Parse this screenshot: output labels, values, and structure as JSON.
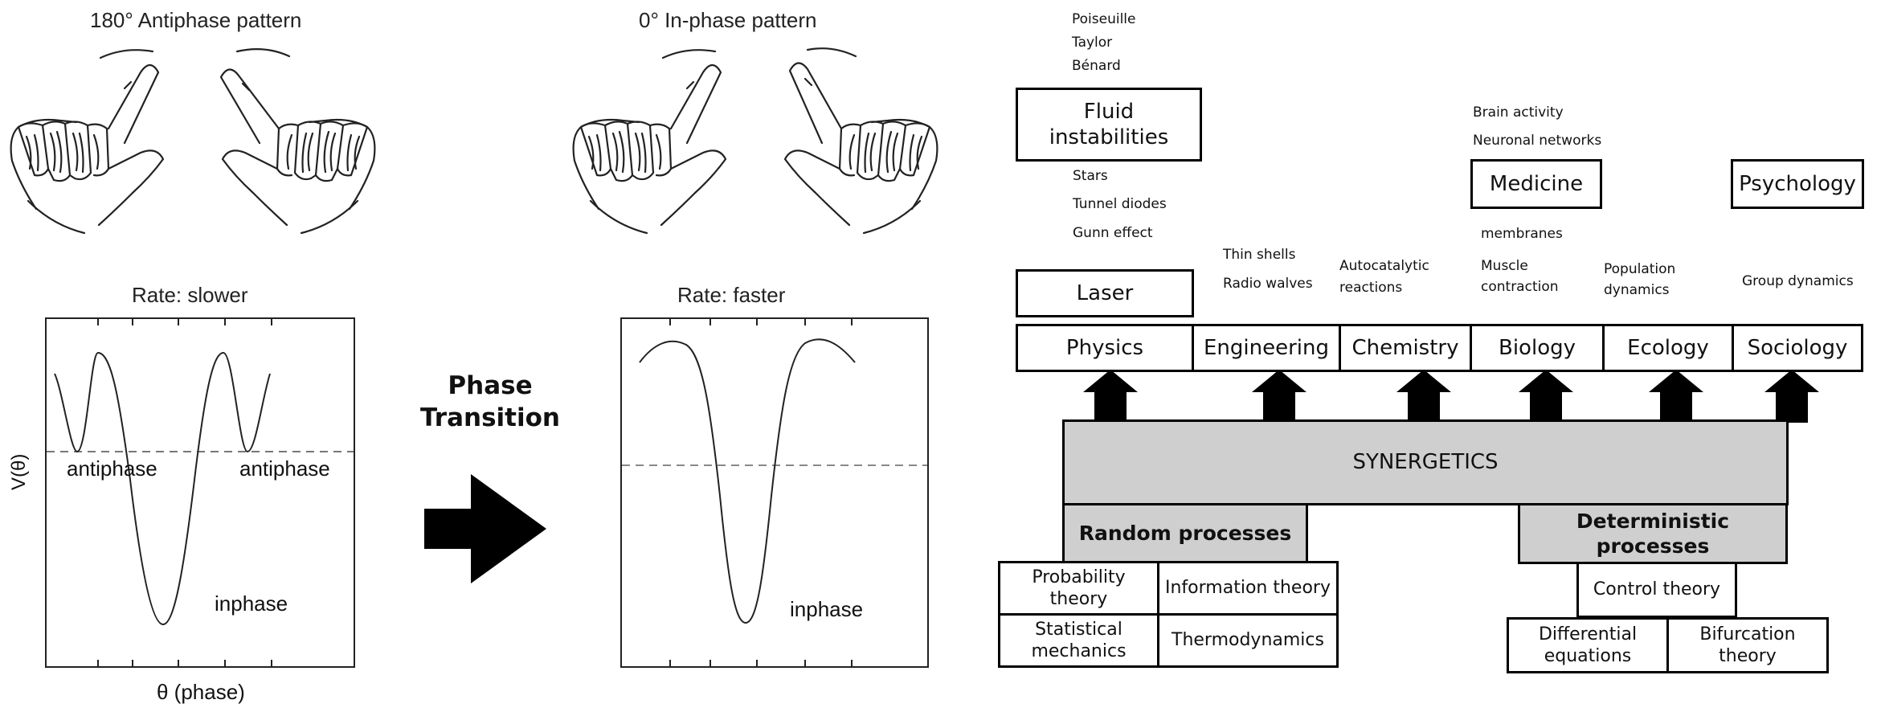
{
  "left": {
    "antiphase_title": "180° Antiphase pattern",
    "inphase_title": "0° In-phase pattern",
    "rate_slower": "Rate: slower",
    "rate_faster": "Rate: faster",
    "ylabel": "V(θ)",
    "xlabel": "θ (phase)",
    "label_antiphase_left": "antiphase",
    "label_antiphase_right": "antiphase",
    "label_inphase_1": "inphase",
    "label_inphase_2": "inphase",
    "transition_line1": "Phase",
    "transition_line2": "Transition"
  },
  "synergetics": {
    "center": "SYNERGETICS",
    "fields": [
      "Physics",
      "Engineering",
      "Chemistry",
      "Biology",
      "Ecology",
      "Sociology"
    ],
    "physics_topics": [
      "Poiseuille",
      "Taylor",
      "Bénard"
    ],
    "fluid_box": "Fluid instabilities",
    "physics_topics_2": [
      "Stars",
      "Tunnel diodes",
      "Gunn effect"
    ],
    "laser_box": "Laser",
    "engineering_topics": [
      "Thin shells",
      "Radio walves"
    ],
    "chemistry_topics": "Autocatalytic reactions",
    "biology_topics_top": [
      "Brain activity",
      "Neuronal networks"
    ],
    "medicine_box": "Medicine",
    "biology_topics": [
      "membranes",
      "Muscle contraction"
    ],
    "ecology_topics": "Population dynamics",
    "psychology_box": "Psychology",
    "sociology_topics": "Group dynamics",
    "random": "Random processes",
    "deterministic": "Deterministic processes",
    "random_methods": [
      "Probability theory",
      "Information theory",
      "Statistical mechanics",
      "Thermodynamics"
    ],
    "deterministic_methods": [
      "Control theory",
      "Differential equations",
      "Bifurcation theory"
    ]
  }
}
